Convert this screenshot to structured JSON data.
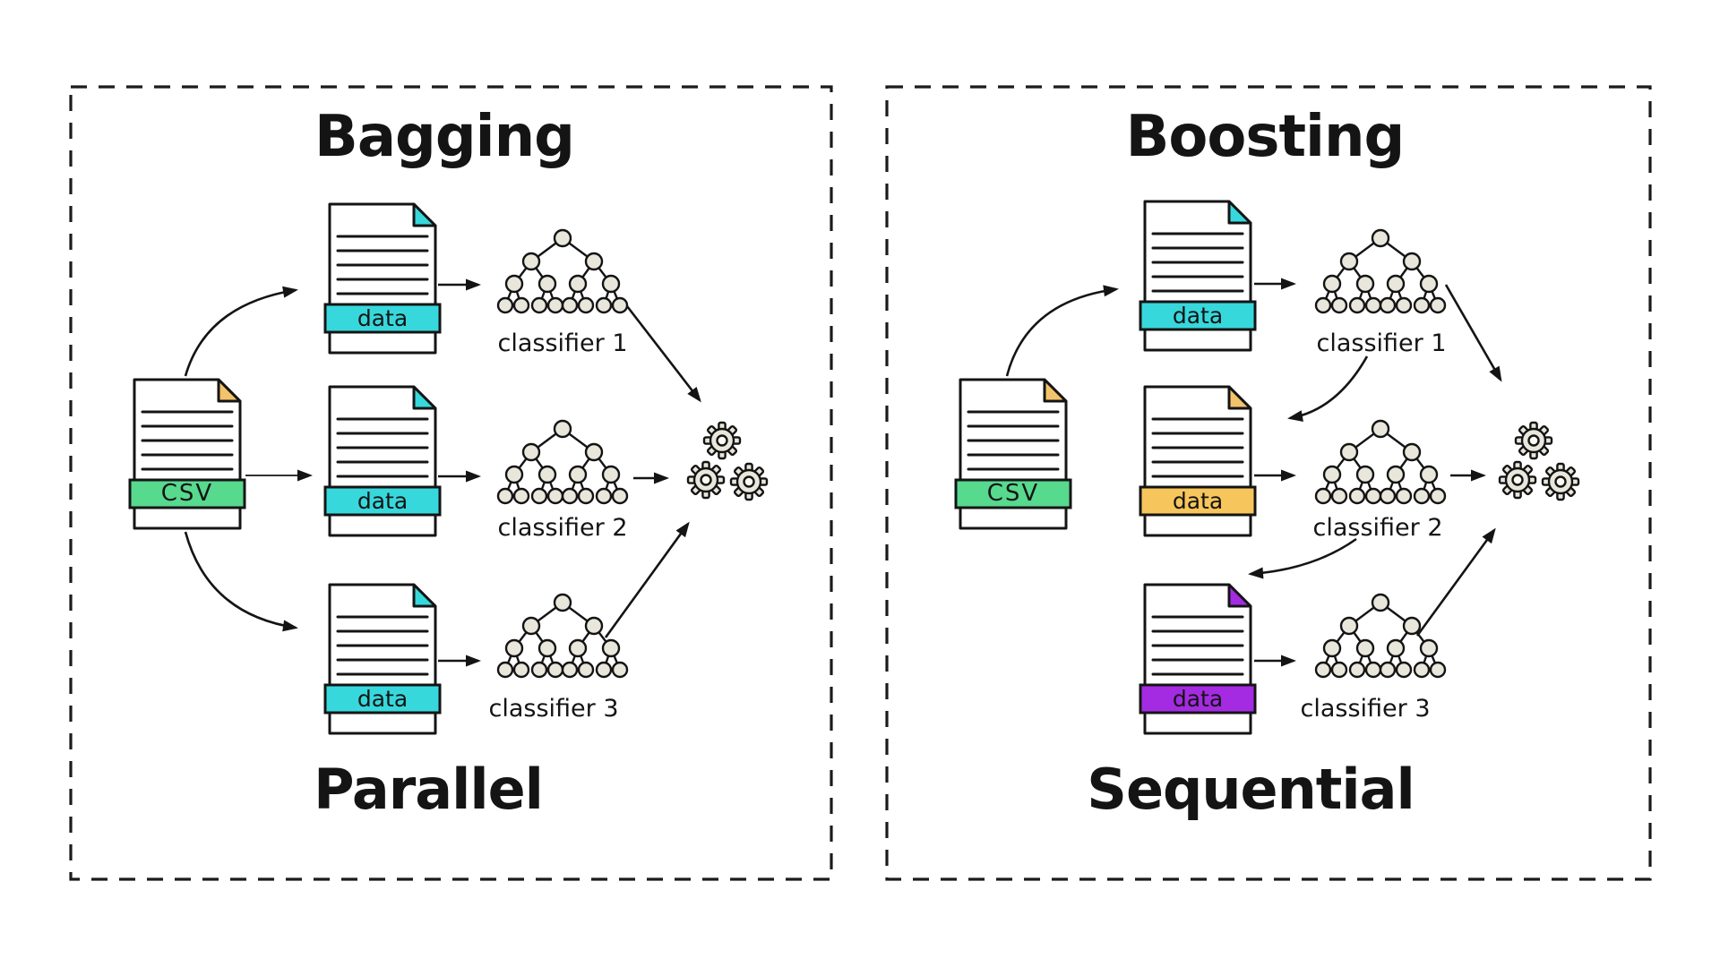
{
  "diagram": {
    "panels": [
      {
        "title": "Bagging",
        "mode_label": "Parallel",
        "source_doc": {
          "label": "CSV"
        },
        "data_docs": [
          {
            "label": "data"
          },
          {
            "label": "data"
          },
          {
            "label": "data"
          }
        ],
        "classifier_labels": [
          "classifier 1",
          "classifier 2",
          "classifier 3"
        ]
      },
      {
        "title": "Boosting",
        "mode_label": "Sequential",
        "source_doc": {
          "label": "CSV"
        },
        "data_docs": [
          {
            "label": "data"
          },
          {
            "label": "data"
          },
          {
            "label": "data"
          }
        ],
        "classifier_labels": [
          "classifier 1",
          "classifier 2",
          "classifier 3"
        ]
      }
    ],
    "colors": {
      "ink": "#141414",
      "csv_green": "#57D98E",
      "data_cyan": "#37D8DC",
      "data_orange": "#F6C55C",
      "data_purple": "#A42BE2",
      "fold_orange": "#F3C36B",
      "node_beige": "#E9E7DB",
      "gear_hole": "#FBFAF3",
      "doc_white": "#FFFFFF"
    }
  }
}
